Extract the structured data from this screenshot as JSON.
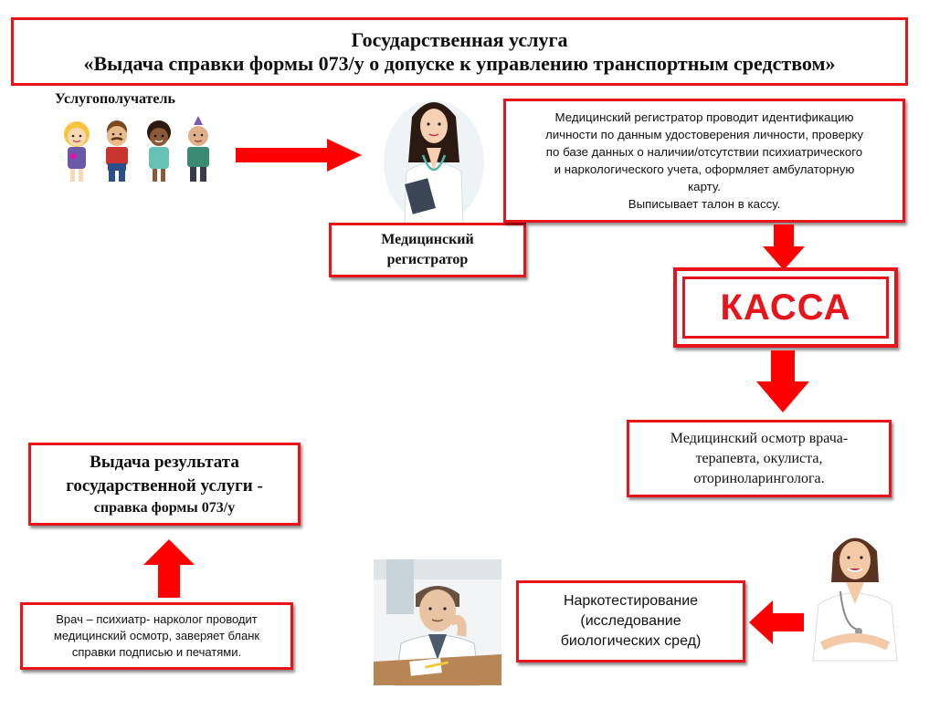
{
  "title": {
    "line1": "Государственная услуга",
    "line2": "«Выдача справки формы 073/у о допуске к управлению транспортным средством»"
  },
  "recipient": {
    "label": "Услугополучатель"
  },
  "registrar": {
    "line1": "Медицинский",
    "line2": "регистратор"
  },
  "registrar_description": {
    "lines": [
      "Медицинский регистратор проводит идентификацию",
      "личности по данным удостоверения личности, проверку",
      "по базе данных о наличии/отсутствии психиатрического",
      "и наркологического учета, оформляет амбулаторную",
      "карту.",
      "Выписывает талон в кассу."
    ]
  },
  "cashier": {
    "label": "КАССА"
  },
  "medical_exam": {
    "lines": [
      "Медицинский осмотр врача-",
      "терапевта, окулиста,",
      "оториноларинголога."
    ]
  },
  "drug_test": {
    "lines": [
      "Наркотестирование",
      "(исследование",
      "биологических сред)"
    ]
  },
  "psychiatrist": {
    "lines": [
      "Врач – психиатр- нарколог проводит",
      "медицинский осмотр, заверяет бланк",
      "справки подписью и печатями."
    ]
  },
  "result": {
    "line1": "Выдача результата",
    "line2": "государственной услуги -",
    "line3": "справка формы 073/у"
  },
  "colors": {
    "accent_red": "#e8141b",
    "arrow_red": "#ff0000"
  }
}
